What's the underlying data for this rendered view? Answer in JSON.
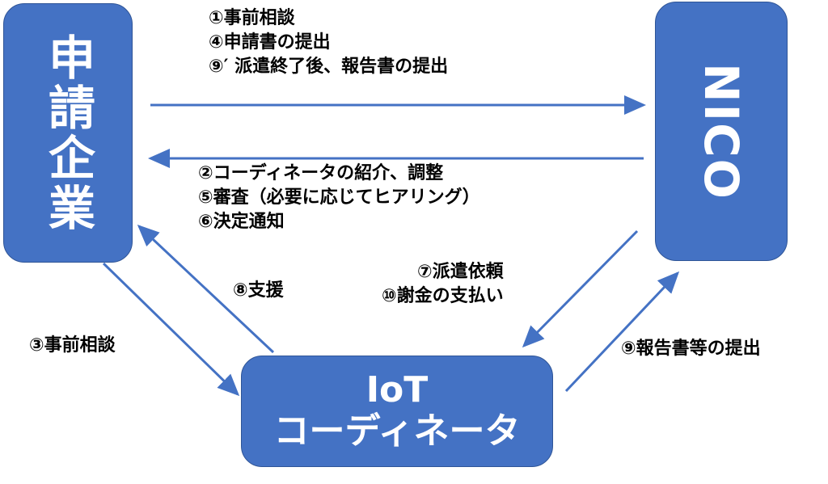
{
  "nodes": {
    "applicant": "申請企業",
    "nico": "NICO",
    "coordinator_line1": "IoT",
    "coordinator_line2": "コーディネータ"
  },
  "flows": {
    "applicant_to_nico": [
      "①事前相談",
      "④申請書の提出",
      "⑨′ 派遣終了後、報告書の提出"
    ],
    "nico_to_applicant": [
      "②コーディネータの紹介、調整",
      "⑤審査（必要に応じてヒアリング）",
      "⑥決定通知"
    ],
    "nico_to_coordinator": [
      "⑦派遣依頼",
      "⑩謝金の支払い"
    ],
    "coordinator_to_applicant": "⑧支援",
    "applicant_to_coordinator": "③事前相談",
    "coordinator_to_nico": "⑨報告書等の提出"
  },
  "colors": {
    "box_fill": "#4472C4",
    "arrow": "#4472C4",
    "text": "#000000"
  }
}
